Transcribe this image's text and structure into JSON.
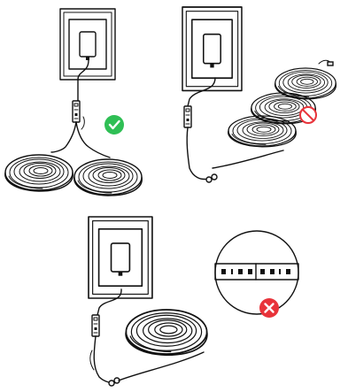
{
  "panels": [
    {
      "id": "two-reels-from-controller",
      "status": "correct"
    },
    {
      "id": "reels-chained-end-to-end",
      "status": "incorrect"
    },
    {
      "id": "single-reel-plus-cut-strip",
      "status": "incorrect"
    }
  ],
  "colors": {
    "correct": "#2fbf55",
    "incorrect": "#e8333a",
    "line": "#111111",
    "background": "#ffffff"
  },
  "icons": {
    "correct": "check-circle-icon",
    "incorrect_outline": "prohibited-icon",
    "incorrect_filled": "cross-circle-icon"
  }
}
